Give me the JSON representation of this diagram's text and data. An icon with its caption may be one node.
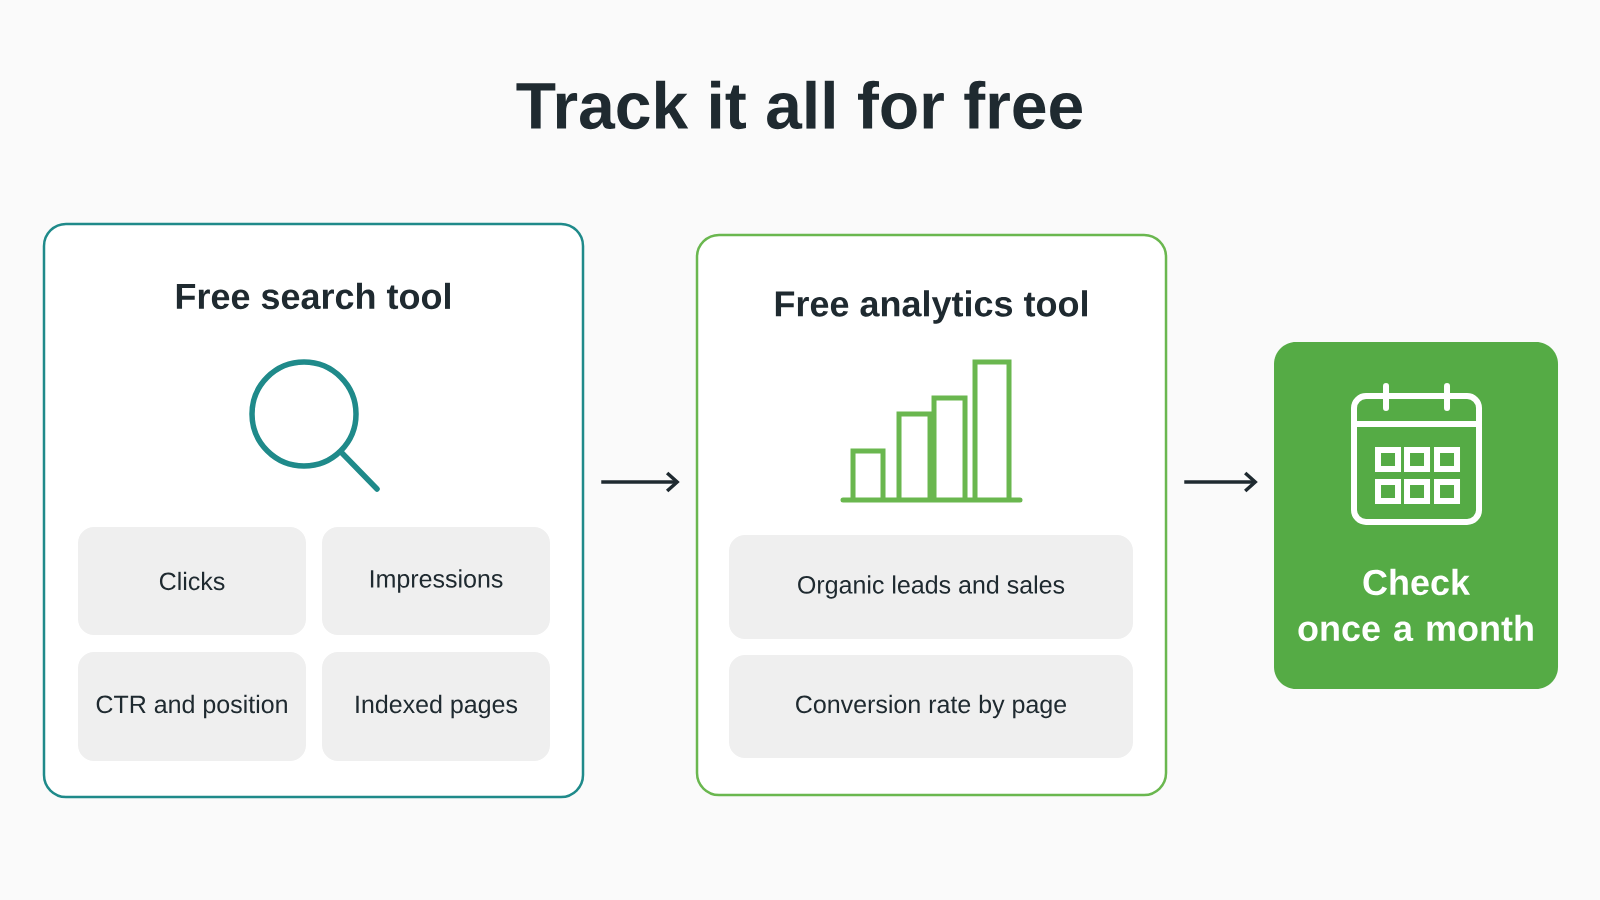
{
  "diagram": {
    "title": "Track it all for free",
    "nodes": [
      {
        "text": [
          "Free search tool"
        ]
      },
      {
        "text": [
          "Clicks"
        ],
        "in": 0
      },
      {
        "text": [
          "Impressions"
        ],
        "in": 0
      },
      {
        "text": [
          "CTR and position"
        ],
        "in": 0
      },
      {
        "text": [
          "Indexed pages"
        ],
        "in": 0
      },
      {
        "text": [
          "Free analytics tool"
        ]
      },
      {
        "text": [
          "Organic leads and sales"
        ],
        "in": 5
      },
      {
        "text": [
          "Conversion rate by page"
        ],
        "in": 5
      },
      {
        "text": [
          "Check once a month"
        ]
      }
    ],
    "edges": [
      {
        "from": 0,
        "to": 5,
        "arrow": "to"
      },
      {
        "from": 5,
        "to": 8,
        "arrow": "to"
      }
    ]
  }
}
